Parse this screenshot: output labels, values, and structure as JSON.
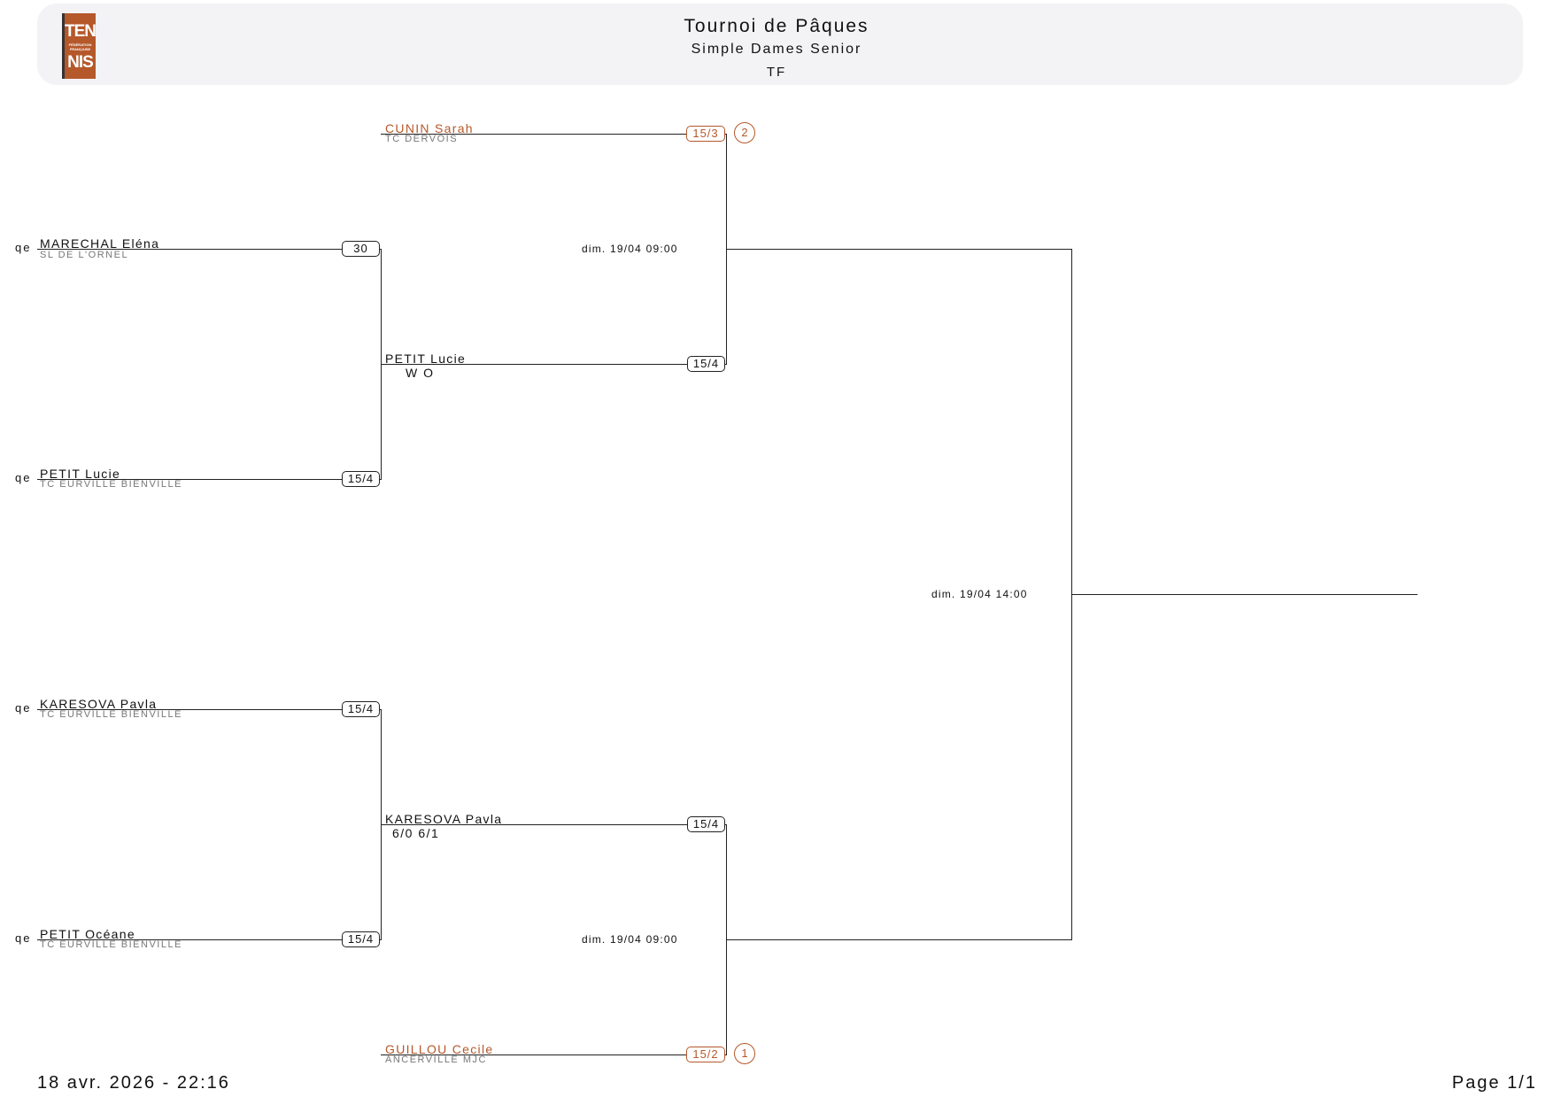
{
  "header": {
    "logo_top": "TEN",
    "logo_mid": "FÉDÉRATION FRANÇAISE",
    "logo_bottom": "NIS",
    "title": "Tournoi de Pâques",
    "subtitle": "Simple Dames Senior",
    "category": "TF"
  },
  "players": {
    "cunin": {
      "name": "CUNIN Sarah",
      "club": "TC DERVOIS",
      "rank": "15/3",
      "seed": "2"
    },
    "marechal": {
      "name": "MARECHAL Eléna",
      "club": "SL DE L'ORNEL",
      "rank": "30",
      "tag": "qe"
    },
    "petit_lucie": {
      "name": "PETIT Lucie",
      "club": "TC EURVILLE BIENVILLE",
      "rank": "15/4",
      "tag": "qe"
    },
    "karesova": {
      "name": "KARESOVA Pavla",
      "club": "TC EURVILLE BIENVILLE",
      "rank": "15/4",
      "tag": "qe"
    },
    "petit_oceane": {
      "name": "PETIT Océane",
      "club": "TC EURVILLE BIENVILLE",
      "rank": "15/4",
      "tag": "qe"
    },
    "guillou": {
      "name": "GUILLOU Cecile",
      "club": "ANCERVILLE MJC",
      "rank": "15/2",
      "seed": "1"
    }
  },
  "round2": {
    "top": {
      "name": "PETIT Lucie",
      "score": "W O",
      "rank": "15/4"
    },
    "bottom": {
      "name": "KARESOVA Pavla",
      "score": "6/0 6/1",
      "rank": "15/4"
    }
  },
  "schedule": {
    "semi_top": "dim. 19/04 09:00",
    "semi_bottom": "dim. 19/04 09:00",
    "final": "dim. 19/04 14:00"
  },
  "footer": {
    "timestamp": "18 avr. 2026 - 22:16",
    "page": "Page 1/1"
  }
}
